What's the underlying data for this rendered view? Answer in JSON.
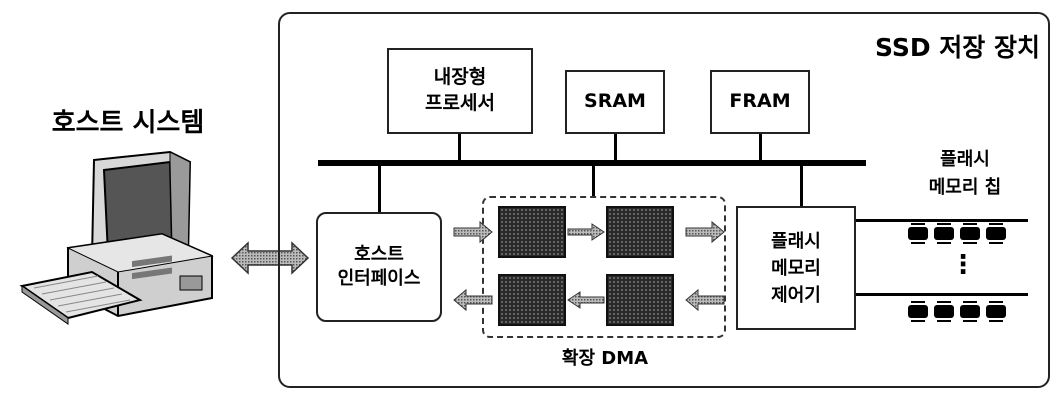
{
  "host": {
    "title": "호스트 시스템",
    "icon": "desktop-computer-icon"
  },
  "ssd": {
    "title": "SSD 저장 장치",
    "embedded_processor": [
      "내장형",
      "프로세서"
    ],
    "sram": "SRAM",
    "fram": "FRAM",
    "host_interface": [
      "호스트",
      "인터페이스"
    ],
    "flash_controller": [
      "플래시",
      "메모리",
      "제어기"
    ],
    "flash_chips_label": [
      "플래시",
      "메모리 칩"
    ],
    "dma_label": "확장 DMA",
    "ellipsis": "⋮"
  }
}
